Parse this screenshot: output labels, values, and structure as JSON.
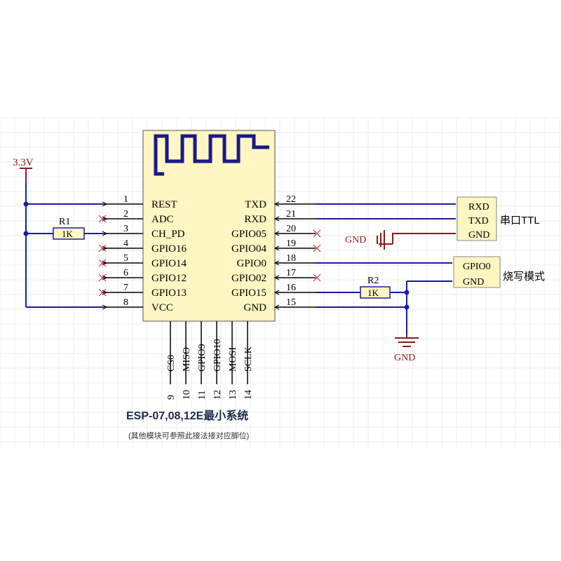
{
  "power": {
    "label": "3.3V"
  },
  "module": {
    "left_pins": [
      {
        "num": "1",
        "name": "REST"
      },
      {
        "num": "2",
        "name": "ADC"
      },
      {
        "num": "3",
        "name": "CH_PD"
      },
      {
        "num": "4",
        "name": "GPIO16"
      },
      {
        "num": "5",
        "name": "GPIO14"
      },
      {
        "num": "6",
        "name": "GPIO12"
      },
      {
        "num": "7",
        "name": "GPIO13"
      },
      {
        "num": "8",
        "name": "VCC"
      }
    ],
    "right_pins": [
      {
        "num": "22",
        "name": "TXD"
      },
      {
        "num": "21",
        "name": "RXD"
      },
      {
        "num": "20",
        "name": "GPIO05"
      },
      {
        "num": "19",
        "name": "GPIO04"
      },
      {
        "num": "18",
        "name": "GPIO0"
      },
      {
        "num": "17",
        "name": "GPIO02"
      },
      {
        "num": "16",
        "name": "GPIO15"
      },
      {
        "num": "15",
        "name": "GND"
      }
    ],
    "bottom_pins": [
      {
        "num": "9",
        "name": "CS0"
      },
      {
        "num": "10",
        "name": "MISO"
      },
      {
        "num": "11",
        "name": "GPIO9"
      },
      {
        "num": "12",
        "name": "GPIO10"
      },
      {
        "num": "13",
        "name": "MOSI"
      },
      {
        "num": "14",
        "name": "SCLK"
      }
    ]
  },
  "resistors": {
    "r1": {
      "ref": "R1",
      "value": "1K"
    },
    "r2": {
      "ref": "R2",
      "value": "1K"
    }
  },
  "ground_labels": {
    "left": "GND",
    "bottom": "GND"
  },
  "uart_connector": {
    "pins": [
      "RXD",
      "TXD",
      "GND"
    ],
    "label": "串口TTL"
  },
  "flash_connector": {
    "pins": [
      "GPIO0",
      "GND"
    ],
    "label": "烧写模式"
  },
  "caption": {
    "title": "ESP-07,08,12E最小系统",
    "subtitle": "(其他模块可参照此接法接对应脚位)"
  },
  "colors": {
    "wire": "#1a1aa8",
    "pin_line": "#000000",
    "module_fill": "#fff6c2",
    "grid": "#e6e6e6",
    "power": "#8b1a1a"
  }
}
